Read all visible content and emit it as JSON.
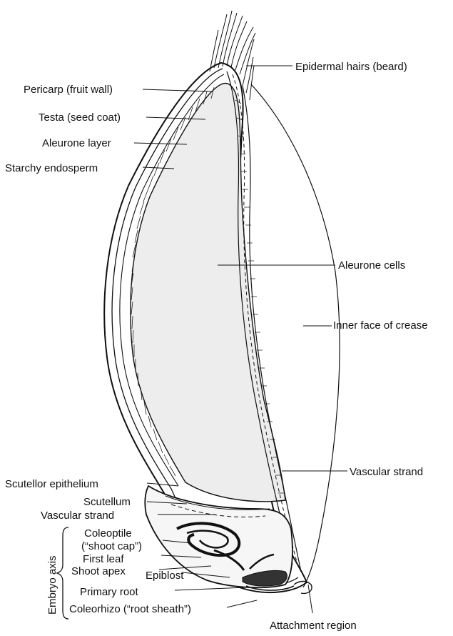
{
  "labels": {
    "epidermal_hairs": "Epidermal hairs (beard)",
    "pericarp": "Pericarp (fruit wall)",
    "testa": "Testa (seed coat)",
    "aleurone_layer": "Aleurone layer",
    "starchy_endosperm": "Starchy endosperm",
    "aleurone_cells": "Aleurone cells",
    "inner_face_crease": "Inner face of crease",
    "vascular_strand_right": "Vascular strand",
    "scutellor_epithelium": "Scutellor epithelium",
    "scutellum": "Scutellum",
    "vascular_strand_left": "Vascular strand",
    "coleoptile": "Coleoptile",
    "shoot_cap": "(“shoot cap”)",
    "first_leaf": "First leaf",
    "shoot_apex": "Shoot apex",
    "epiblost": "Epiblost",
    "primary_root": "Primary root",
    "coleorhizo": "Coleorhizo (“root sheath”)",
    "attachment_region": "Attachment region",
    "embryo_axis": "Embryo axis"
  }
}
